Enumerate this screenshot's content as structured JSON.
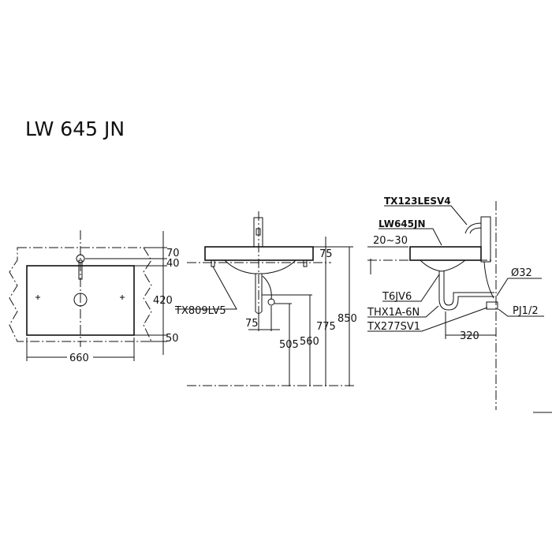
{
  "title": "LW 645 JN",
  "top_view": {
    "dims": {
      "d70": "70",
      "d40": "40",
      "d420": "420",
      "d50": "50",
      "d660": "660"
    }
  },
  "side_view": {
    "dims": {
      "d75_top": "75",
      "d850": "850",
      "d775": "775",
      "d560": "560",
      "d505": "505",
      "d75_horiz": "75"
    },
    "labels": {
      "bracket": "TX809LV5"
    }
  },
  "front_section": {
    "labels": {
      "faucet": "TX123LESV4",
      "basin": "LW645JN",
      "gap": "20~30",
      "drain": "T6JV6",
      "trap": "THX1A-6N",
      "valve": "TX277SV1",
      "pipe": "Ø32",
      "thread": "PJ1/2"
    },
    "dims": {
      "d320": "320"
    }
  }
}
